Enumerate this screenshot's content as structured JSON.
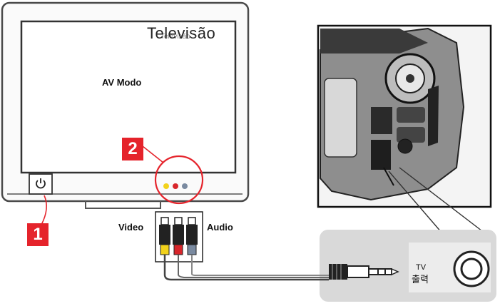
{
  "tv": {
    "title": "Televisão",
    "title_ghost": "Televisão",
    "screen_text": "AV  Modo"
  },
  "steps": {
    "step1": "1",
    "step2": "2"
  },
  "cable": {
    "video_label": "Video",
    "audio_label": "Audio"
  },
  "camera": {
    "tv_out_line1": "TV",
    "tv_out_line2": "출력"
  },
  "colors": {
    "badge": "#e5232b",
    "video_jack": "#f2d21b",
    "audio_left": "#d8262b",
    "audio_right": "#7a8aa0",
    "callout_bg": "#d9d9d9"
  }
}
